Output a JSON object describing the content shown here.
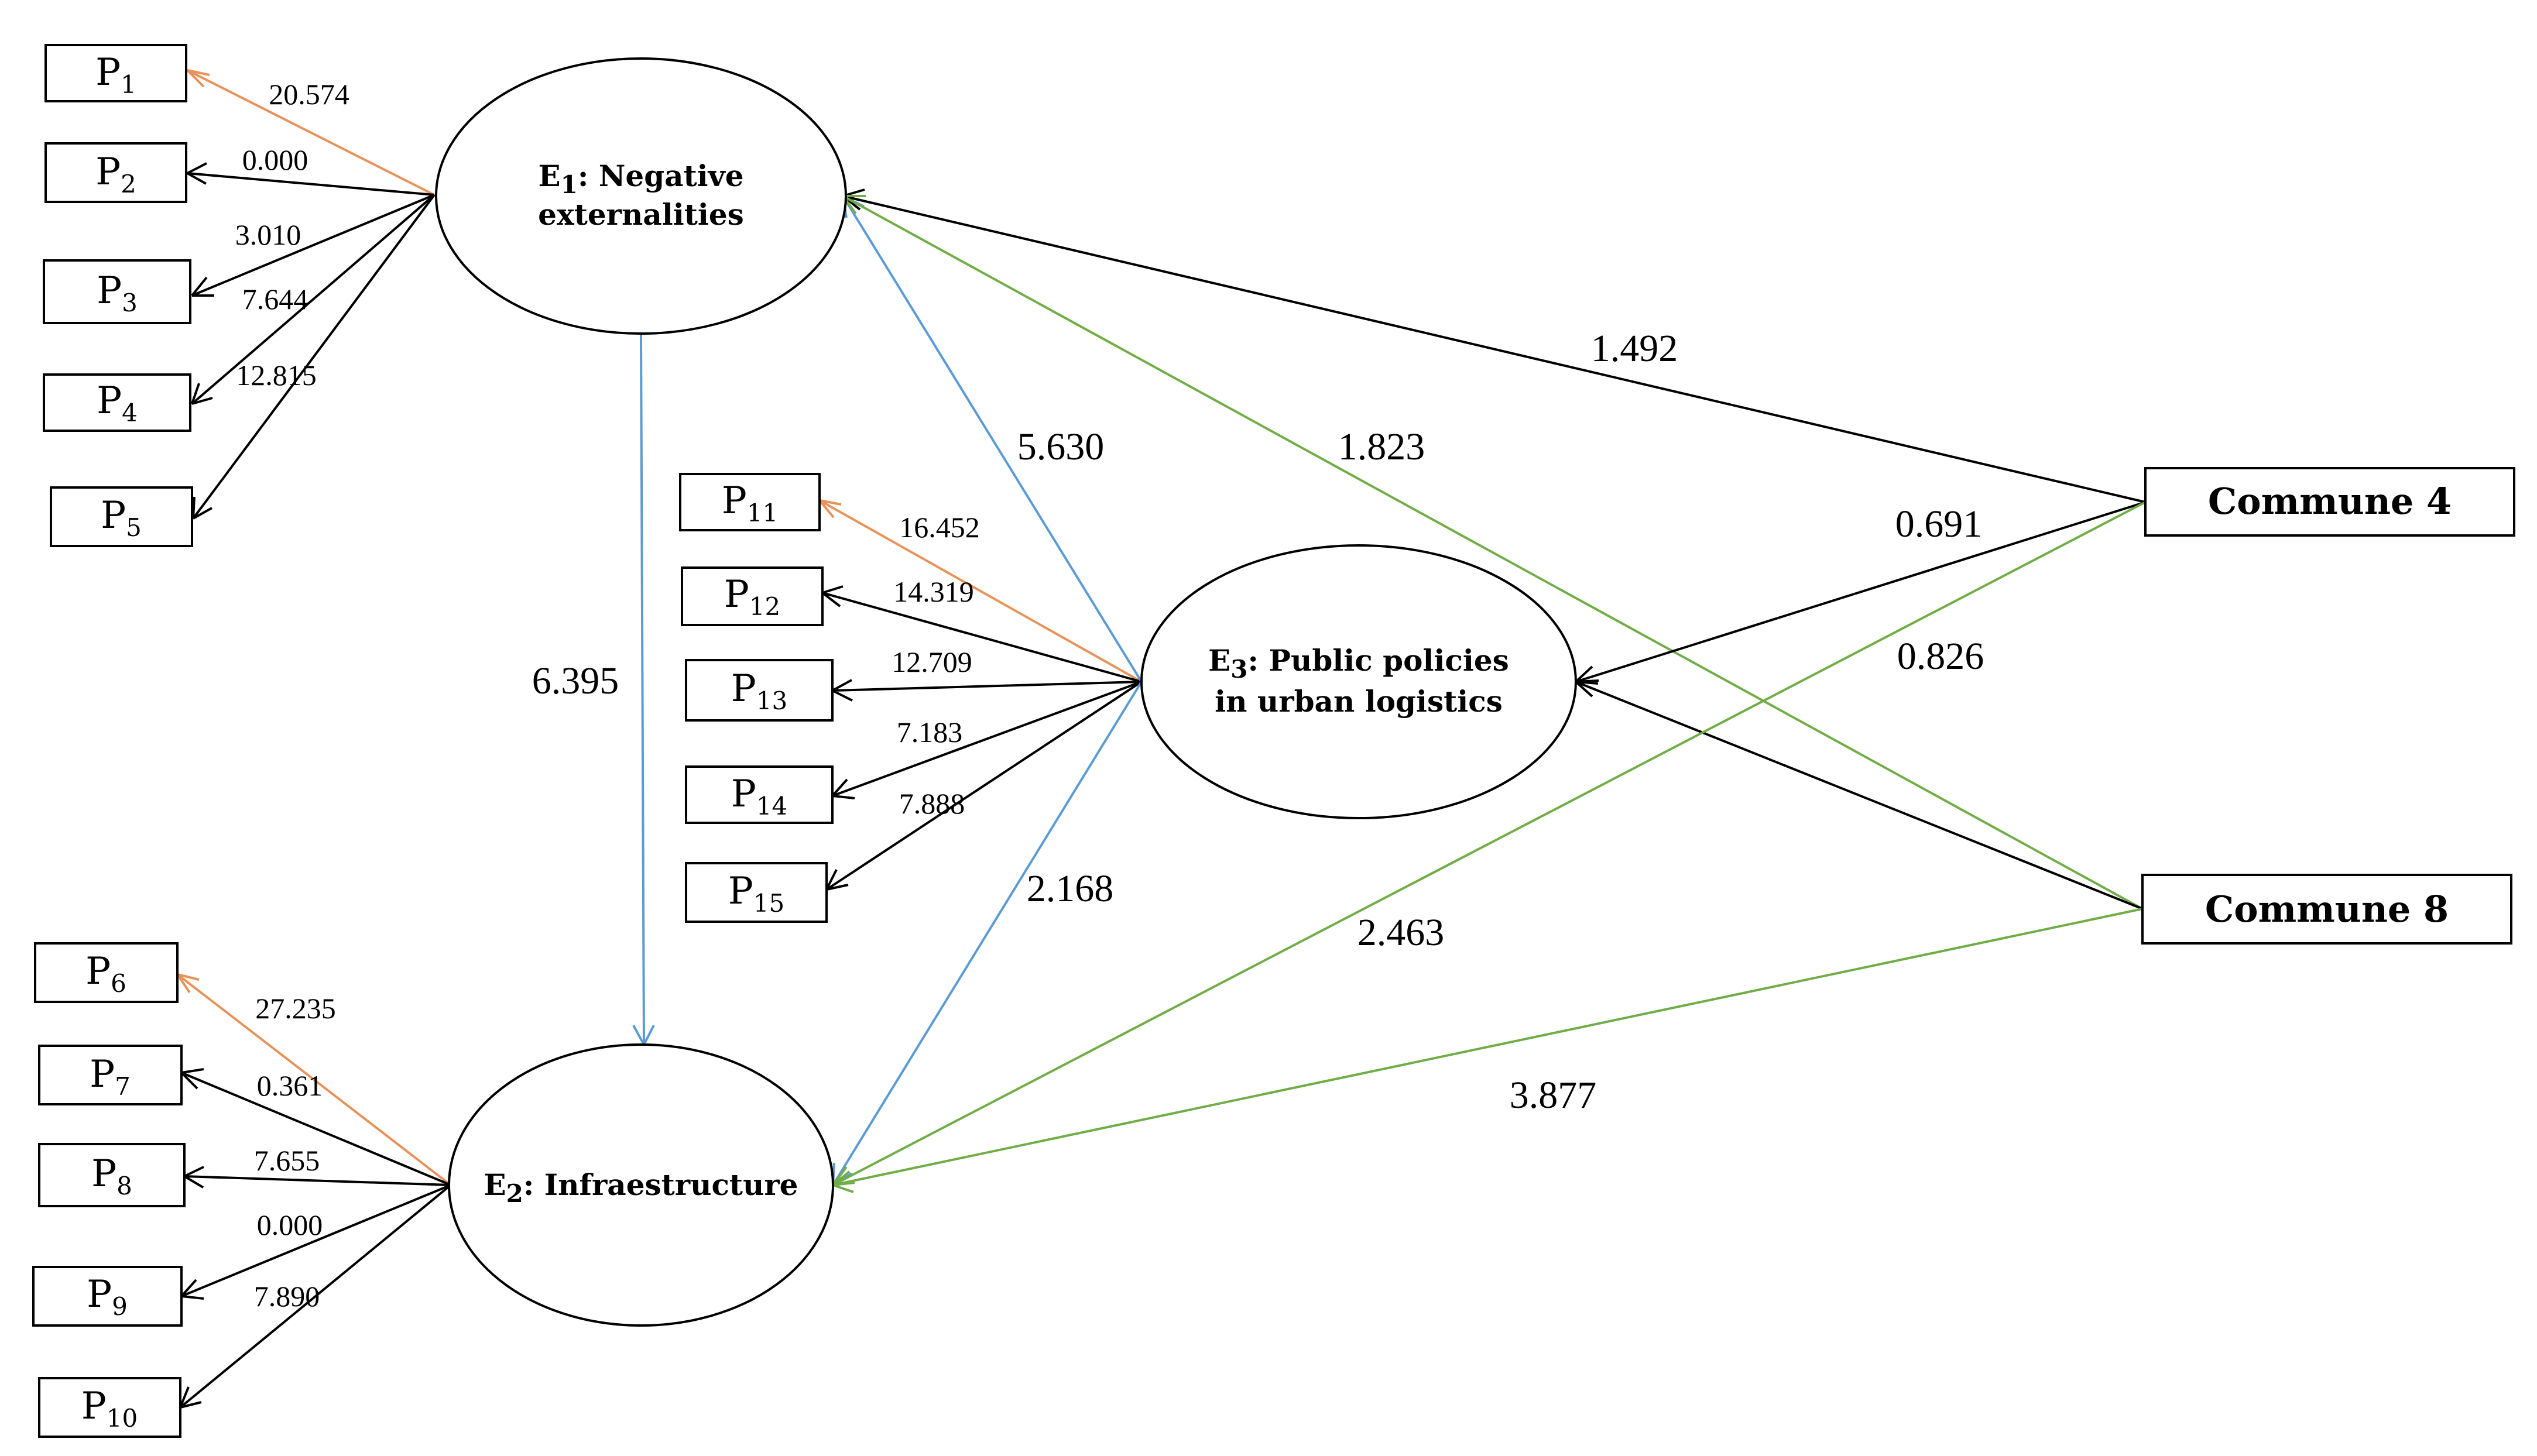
{
  "colors": {
    "black": "#000000",
    "orange": "#e8925a",
    "blue": "#5b9bd5",
    "green": "#70ad47"
  },
  "indicators": {
    "p1": {
      "main": "P",
      "sub": "1"
    },
    "p2": {
      "main": "P",
      "sub": "2"
    },
    "p3": {
      "main": "P",
      "sub": "3"
    },
    "p4": {
      "main": "P",
      "sub": "4"
    },
    "p5": {
      "main": "P",
      "sub": "5"
    },
    "p6": {
      "main": "P",
      "sub": "6"
    },
    "p7": {
      "main": "P",
      "sub": "7"
    },
    "p8": {
      "main": "P",
      "sub": "8"
    },
    "p9": {
      "main": "P",
      "sub": "9"
    },
    "p10": {
      "main": "P",
      "sub": "10"
    },
    "p11": {
      "main": "P",
      "sub": "11"
    },
    "p12": {
      "main": "P",
      "sub": "12"
    },
    "p13": {
      "main": "P",
      "sub": "13"
    },
    "p14": {
      "main": "P",
      "sub": "14"
    },
    "p15": {
      "main": "P",
      "sub": "15"
    }
  },
  "constructs": {
    "e1": {
      "main": "E",
      "sub": "1",
      "line1": ": Negative",
      "line2": "externalities"
    },
    "e2": {
      "main": "E",
      "sub": "2",
      "line1": ": Infraestructure"
    },
    "e3": {
      "main": "E",
      "sub": "3",
      "line1": ": Public policies",
      "line2": "in urban logistics"
    }
  },
  "communes": {
    "commune4": "Commune 4",
    "commune8": "Commune 8"
  },
  "weights": {
    "e1_p1": "20.574",
    "e1_p2": "0.000",
    "e1_p3": "3.010",
    "e1_p4": "7.644",
    "e1_p5": "12.815",
    "e2_p6": "27.235",
    "e2_p7": "0.361",
    "e2_p8": "7.655",
    "e2_p9": "0.000",
    "e2_p10": "7.890",
    "e3_p11": "16.452",
    "e3_p12": "14.319",
    "e3_p13": "12.709",
    "e3_p14": "7.183",
    "e3_p15": "7.888",
    "e1_e2": "6.395",
    "e3_e1": "5.630",
    "e3_e2": "2.168",
    "c4_e1": "1.492",
    "c8_e1": "1.823",
    "c4_e3": "0.691",
    "c8_e3": "0.826",
    "c4_e2": "2.463",
    "c8_e2": "3.877"
  }
}
